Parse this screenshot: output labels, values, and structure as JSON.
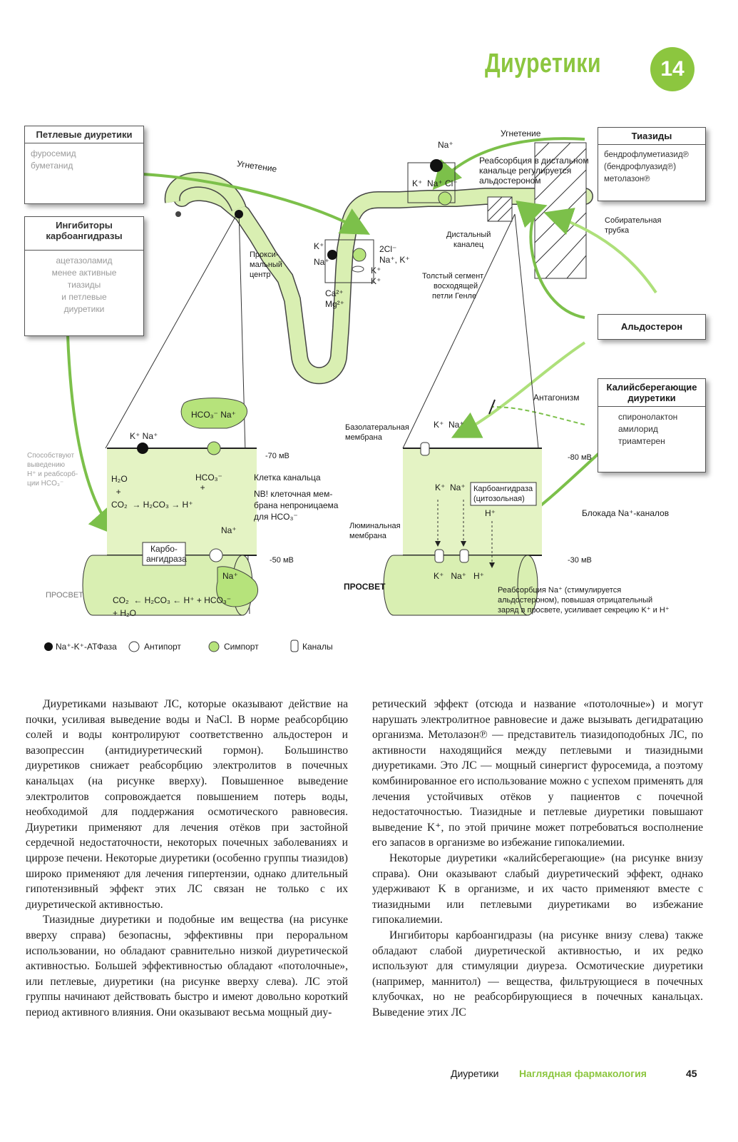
{
  "header": {
    "title": "Диуретики",
    "chapter": "14"
  },
  "boxes": {
    "loop": {
      "title": "Петлевые диуретики",
      "items": [
        "фуросемид",
        "буметанид"
      ]
    },
    "cai": {
      "title": "Ингибиторы карбоангидразы",
      "items": [
        "ацетазоламид",
        "менее активные",
        "тиазиды",
        "и петлевые",
        "диуретики"
      ]
    },
    "thiazides": {
      "title": "Тиазиды",
      "items": [
        "бендрофлуметиазид℗",
        "(бендрофлуазид℗)",
        "метолазон℗"
      ]
    },
    "aldosterone": {
      "title": "Альдостерон"
    },
    "ksparing": {
      "title": "Калийсберегающие диуретики",
      "items": [
        "спиронолактон",
        "амилорид",
        "триамтерен"
      ]
    }
  },
  "diagram": {
    "inhibition_left": "Угнетение",
    "inhibition_right": "Угнетение",
    "proximal": [
      "Прокси-",
      "мальный",
      "центр"
    ],
    "distal_reg": [
      "Реабсорбция в дистальном",
      "канальце регулируется",
      "альдостероном"
    ],
    "distal_tubule": [
      "Дистальный",
      "каналец"
    ],
    "collecting": [
      "Собирательная",
      "трубка"
    ],
    "thick_segment": [
      "Толстый сегмент",
      "восходящей",
      "петли Генле"
    ],
    "antagonism": "Антагонизм",
    "basolateral": [
      "Базолатеральная",
      "мембрана"
    ],
    "luminal": [
      "Люминальная",
      "мембрана"
    ],
    "lumen": "ПРОСВЕТ",
    "lumen_left": "ПРОСВЕТ",
    "cell_label": "Клетка канальца",
    "nb": [
      "NB! клеточная мем-",
      "брана непроницаема",
      "для HCO₃⁻"
    ],
    "carbo": [
      "Карбо-",
      "ангидраза"
    ],
    "carbo_cyto": [
      "Карбоангидраза",
      "(цитозольная)"
    ],
    "mv_left_top": "-70 мВ",
    "mv_left_bot": "-50 мВ",
    "mv_right_top": "-80 мВ",
    "mv_right_bot": "-30 мВ",
    "na_block": "Блокада Na⁺-каналов",
    "na_reabs": [
      "Реабсорбция Na⁺ (стимулируется",
      "альдостероном), повышая отрицательный",
      "заряд в просвете, усиливает секрецию K⁺ и H⁺"
    ],
    "side_left": [
      "Способствуют",
      "выведению",
      "H⁺ и реабсорб-",
      "ции HCO₃⁻"
    ]
  },
  "legend": {
    "atpase": "Na⁺-K⁺-АТФаза",
    "antiport": "Антипорт",
    "symport": "Симпорт",
    "channels": "Каналы"
  },
  "text": {
    "col1_p1": "Диуретиками называют ЛС, которые оказывают действие на почки, усиливая выведение воды и NaCl. В норме реабсорбцию солей и воды контролируют соответственно альдостерон и вазопрессин (антидиуретический гормон). Большинство диуретиков снижает реабсорбцию электролитов в почечных канальцах (на рисунке вверху). Повышенное выведение электролитов сопровождается повышением потерь воды, необходимой для поддержания осмотического равновесия. Диуретики применяют для лечения отёков при застойной сердечной недостаточности, некоторых почечных заболеваниях и циррозе печени. Некоторые диуретики (особенно группы тиазидов) широко применяют для лечения гипертензии, однако длительный гипотензивный эффект этих ЛС связан не только с их диуретической активностью.",
    "col1_p2": "Тиазидные диуретики и подобные им вещества (на рисунке вверху справа) безопасны, эффективны при пероральном использовании, но обладают сравнительно низкой диуретической активностью. Большей эффективностью обладают «потолочные», или петлевые, диуретики (на рисунке вверху слева). ЛС этой группы начинают действовать быстро и имеют довольно короткий период активного влияния. Они оказывают весьма мощный диу-",
    "col2_p1": "ретический эффект (отсюда и название «потолочные») и могут нарушать электролитное равновесие и даже вызывать дегидратацию организма. Метолазон℗ — представитель тиазидоподобных ЛС, по активности находящийся между петлевыми и тиазидными диуретиками. Это ЛС — мощный синергист фуросемида, а поэтому комбинированное его использование можно с успехом применять для лечения устойчивых отёков у пациентов с почечной недостаточностью. Тиазидные и петлевые диуретики повышают выведение K⁺, по этой причине может потребоваться восполнение его запасов в организме во избежание гипокалиемии.",
    "col2_p2": "Некоторые диуретики «калийсберегающие» (на рисунке внизу справа). Они оказывают слабый диуретический эффект, однако удерживают K в организме, и их часто применяют вместе с тиазидными или петлевыми диуретиками во избежание гипокалиемии.",
    "col2_p3": "Ингибиторы карбоангидразы (на рисунке внизу слева) также обладают слабой диуретической активностью, и их редко используют для стимуляции диуреза. Осмотические диуретики (например, маннитол) — вещества, фильтрующиеся в почечных клубочках, но не реабсорбирующиеся в почечных канальцах. Выведение этих ЛС"
  },
  "footer": {
    "section": "Диуретики",
    "book": "Наглядная фармакология",
    "page": "45"
  },
  "colors": {
    "accent": "#8cc63f",
    "cell_fill": "#e4f3c4",
    "tube_fill": "#d9efb2"
  }
}
